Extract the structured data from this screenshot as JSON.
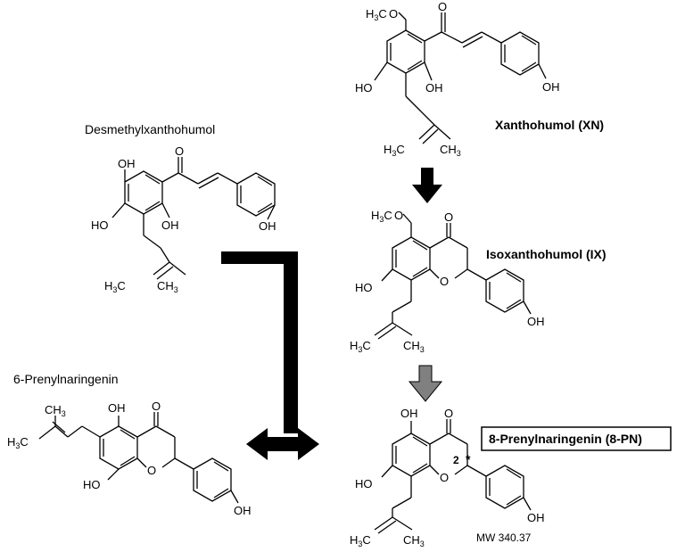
{
  "compounds": {
    "desmethylxanthohumol": {
      "name": "Desmethylxanthohumol"
    },
    "xanthohumol": {
      "name": "Xanthohumol (XN)"
    },
    "isoxanthohumol": {
      "name": "Isoxanthohumol (IX)"
    },
    "prenylnaringenin6": {
      "name": "6-Prenylnaringenin"
    },
    "prenylnaringenin8": {
      "name": "8-Prenylnaringenin (8-PN)",
      "mw": "MW 340.37",
      "stereo_label": "2",
      "stereo_mark": "*"
    }
  },
  "atoms": {
    "oh": "OH",
    "ho": "HO",
    "o": "O",
    "h": "H",
    "c": "C",
    "sub3": "3"
  },
  "colors": {
    "black_arrow": "#000000",
    "gray_arrow": "#808080"
  }
}
